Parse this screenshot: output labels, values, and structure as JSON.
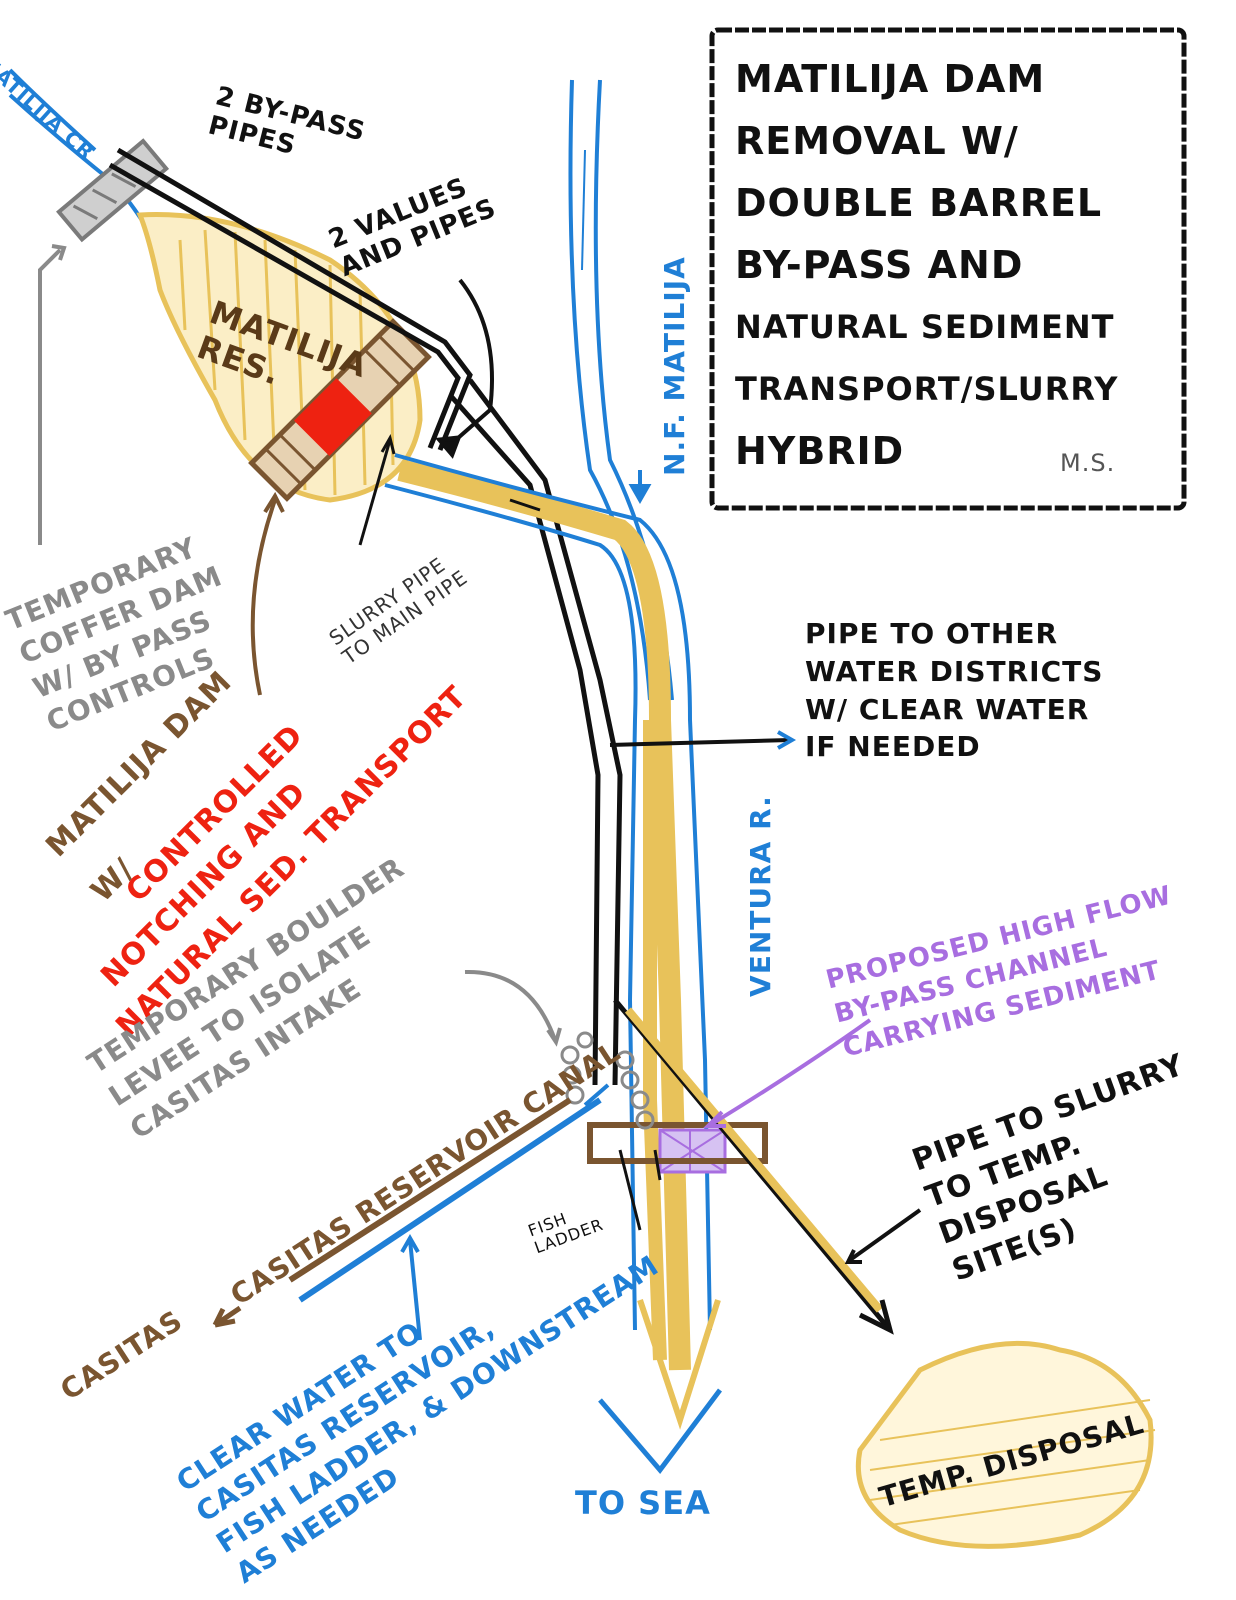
{
  "title": {
    "lines": [
      "Matilija Dam",
      "Removal w/",
      "Double Barrel",
      "By-Pass and",
      "Natural Sediment",
      "Transport/Slurry",
      "Hybrid"
    ],
    "initials": "M.S."
  },
  "labels": {
    "matilija_cr": "Matilija Cr",
    "bypass_pipes": "2 By-Pass\nPipes",
    "valves_pipes": "2 Values\nand Pipes",
    "reservoir": "Matilija\nRes.",
    "nf_matilija": "N.F. Matilija",
    "coffer_dam": "Temporary\nCoffer Dam\nw/ By Pass\nControls",
    "slurry_pipe": "Slurry Pipe\nto Main Pipe",
    "pipe_other": "Pipe to Other\nWater Districts\nw/ Clear Water\nif Needed",
    "dam_prefix": "Matilija Dam",
    "dam_w": "w/",
    "dam_controlled": "Controlled",
    "dam_notching": "Notching and",
    "dam_natural": "Natural Sed. Transport",
    "ventura": "Ventura R.",
    "boulder_levee": "Temporary Boulder\nLevee to Isolate\nCasitas Intake",
    "high_flow": "Proposed High Flow\nBy-Pass Channel\nCarrying Sediment",
    "canal": "Casitas Reservoir Canal",
    "casitas": "Casitas",
    "fish_ladder": "Fish\nLadder",
    "pipe_slurry": "Pipe to Slurry\nto Temp.\nDisposal\nSite(s)",
    "clear_water": "Clear Water to\nCasitas Reservoir,\nFish Ladder, & Downstream\nas Needed",
    "to_sea": "To Sea",
    "temp_disposal": "Temp. Disposal"
  },
  "colors": {
    "ink": "#111111",
    "water": "#1f7fd6",
    "sediment": "#e8c25a",
    "dam": "#7a5530",
    "notch": "#ee2211",
    "grey": "#8a8a8a",
    "purple": "#a86ee0"
  }
}
